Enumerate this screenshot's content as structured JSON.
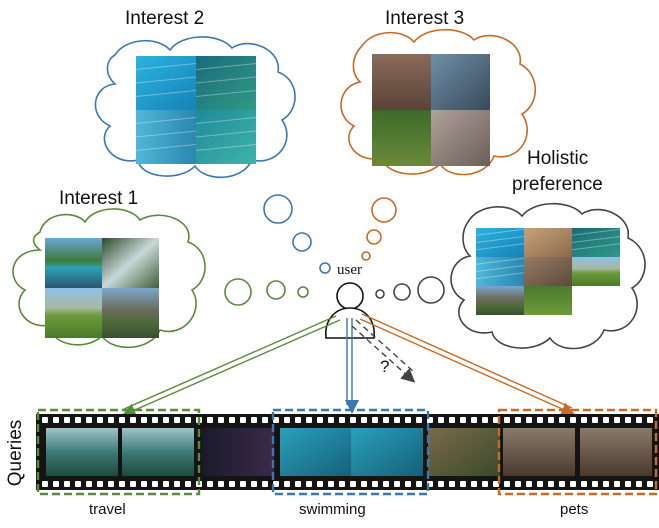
{
  "colors": {
    "green": "#5a8a3c",
    "blue": "#3b78b2",
    "orange": "#c96a24",
    "dark": "#444444",
    "film": "#141414"
  },
  "interests": [
    {
      "label": "Interest 1",
      "color": "green",
      "images": [
        "lake",
        "waterfall",
        "meadow",
        "valley"
      ]
    },
    {
      "label": "Interest 2",
      "color": "blue",
      "images": [
        "swim-pool",
        "swim-lanes",
        "swim-race",
        "swim-underwater"
      ]
    },
    {
      "label": "Interest 3",
      "color": "orange",
      "images": [
        "corgi",
        "husky",
        "puppy-ice-cream",
        "corgi-2"
      ]
    }
  ],
  "holistic": {
    "label_line1": "Holistic",
    "label_line2": "preference",
    "images": [
      "swim-pool",
      "cat-dog",
      "swim-lanes",
      "swim-race",
      "dog-2",
      "meadow",
      "valley",
      "puppy"
    ]
  },
  "user_label": "user",
  "unknown_mark": "?",
  "queries_label": "Queries",
  "query_labels": {
    "travel": "travel",
    "swimming": "swimming",
    "pets": "pets"
  }
}
